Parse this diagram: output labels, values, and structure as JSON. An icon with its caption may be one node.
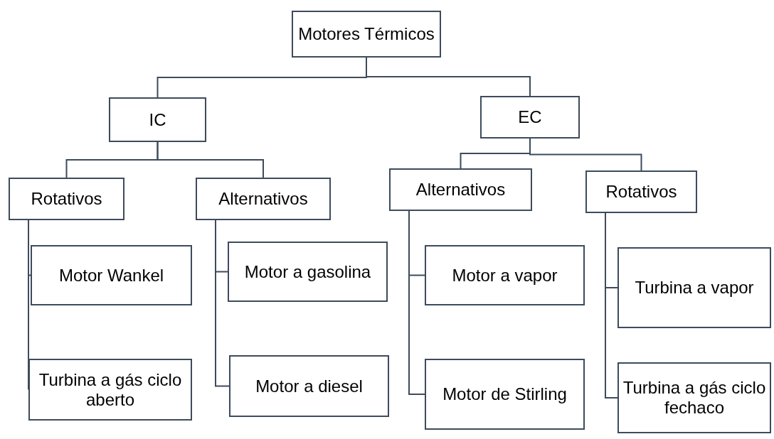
{
  "diagram": {
    "nodes": [
      {
        "text": [
          "Motores Térmicos"
        ]
      },
      {
        "text": [
          "IC"
        ]
      },
      {
        "text": [
          "EC"
        ]
      },
      {
        "text": [
          "Rotativos"
        ]
      },
      {
        "text": [
          "Alternativos"
        ]
      },
      {
        "text": [
          "Alternativos"
        ]
      },
      {
        "text": [
          "Rotativos"
        ]
      },
      {
        "text": [
          "Motor Wankel"
        ]
      },
      {
        "text": [
          "Turbina a gás ciclo aberto"
        ]
      },
      {
        "text": [
          "Motor a gasolina"
        ]
      },
      {
        "text": [
          "Motor a diesel"
        ]
      },
      {
        "text": [
          "Motor a vapor"
        ]
      },
      {
        "text": [
          "Motor de Stirling"
        ]
      },
      {
        "text": [
          "Turbina a vapor"
        ]
      },
      {
        "text": [
          "Turbina a gás ciclo fechaco"
        ]
      }
    ],
    "edges": [
      {
        "from": 0,
        "to": 1,
        "arrow": "none"
      },
      {
        "from": 0,
        "to": 2,
        "arrow": "none"
      },
      {
        "from": 1,
        "to": 3,
        "arrow": "none"
      },
      {
        "from": 1,
        "to": 4,
        "arrow": "none"
      },
      {
        "from": 2,
        "to": 5,
        "arrow": "none"
      },
      {
        "from": 2,
        "to": 6,
        "arrow": "none"
      },
      {
        "from": 3,
        "to": 7,
        "arrow": "none"
      },
      {
        "from": 3,
        "to": 8,
        "arrow": "none"
      },
      {
        "from": 4,
        "to": 9,
        "arrow": "none"
      },
      {
        "from": 4,
        "to": 10,
        "arrow": "none"
      },
      {
        "from": 5,
        "to": 11,
        "arrow": "none"
      },
      {
        "from": 5,
        "to": 12,
        "arrow": "none"
      },
      {
        "from": 6,
        "to": 13,
        "arrow": "none"
      },
      {
        "from": 6,
        "to": 14,
        "arrow": "none"
      }
    ]
  }
}
